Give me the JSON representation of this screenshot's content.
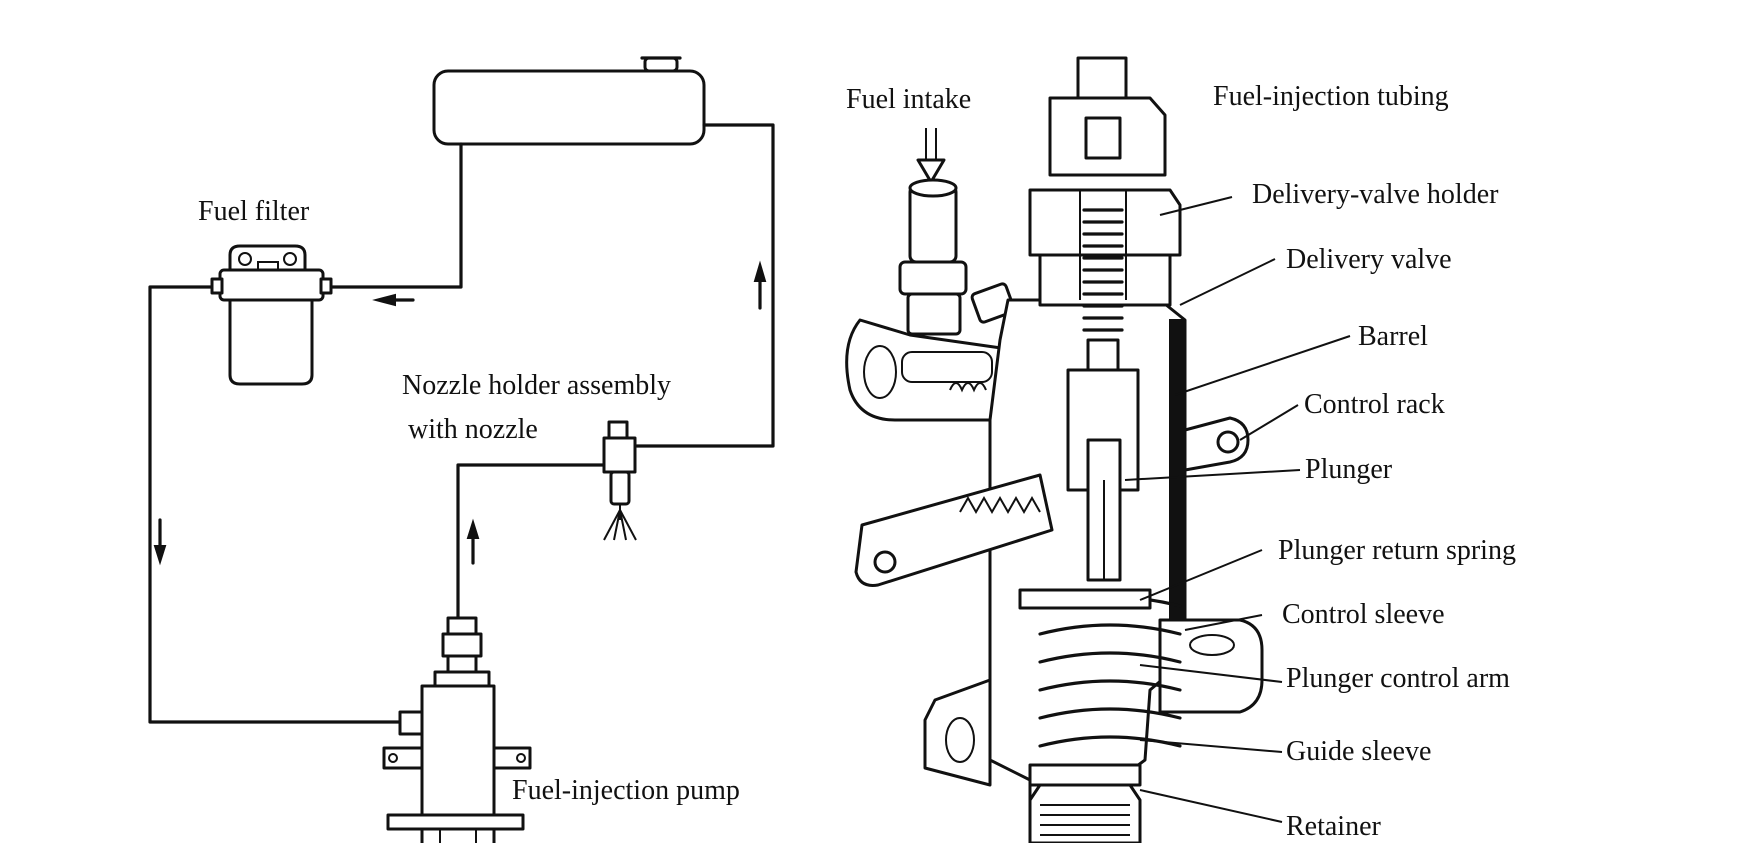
{
  "labels": {
    "fuel_filter": "Fuel filter",
    "nozzle_holder_line1": "Nozzle holder assembly",
    "nozzle_holder_line2": "with nozzle",
    "fuel_injection_pump": "Fuel-injection pump",
    "fuel_intake": "Fuel intake",
    "fuel_injection_tubing": "Fuel-injection tubing",
    "delivery_valve_holder": "Delivery-valve holder",
    "delivery_valve": "Delivery valve",
    "barrel": "Barrel",
    "control_rack": "Control rack",
    "plunger": "Plunger",
    "plunger_return_spring": "Plunger return spring",
    "control_sleeve": "Control sleeve",
    "plunger_control_arm": "Plunger control arm",
    "guide_sleeve": "Guide sleeve",
    "retainer": "Retainer"
  }
}
